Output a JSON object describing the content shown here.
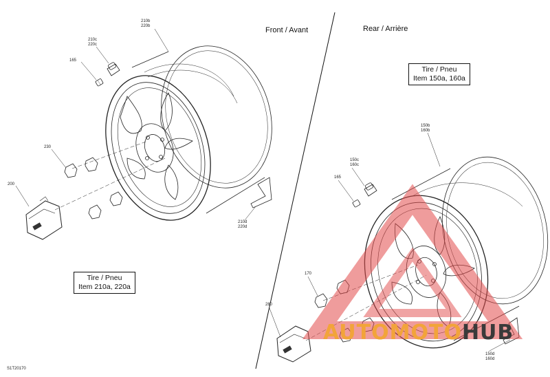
{
  "headings": {
    "front": "Front / Avant",
    "rear": "Rear / Arrière"
  },
  "boxes": {
    "front_tire": {
      "line1": "Tire / Pneu",
      "line2": "Item 210a, 220a"
    },
    "rear_tire": {
      "line1": "Tire / Pneu",
      "line2": "Item 150a, 160a"
    }
  },
  "labels": {
    "front_rim": "210b\n220b",
    "front_valve": "210c\n220c",
    "front_valve_cap": "165",
    "front_nut": "230",
    "front_hub_cap": "200",
    "front_weight": "210d\n220d",
    "rear_rim": "150b\n160b",
    "rear_valve": "150c\n160c",
    "rear_valve_cap": "165",
    "rear_nut": "170",
    "rear_hub_cap": "280",
    "rear_weight": "150d\n160d"
  },
  "figure_code": "S1T20170",
  "watermark": {
    "part1": "AUTOMOTO",
    "part2": "HUB",
    "color_accent": "#f2a43a",
    "color_triangle": "#e24a4a",
    "color_dark": "#3a3a3a"
  }
}
